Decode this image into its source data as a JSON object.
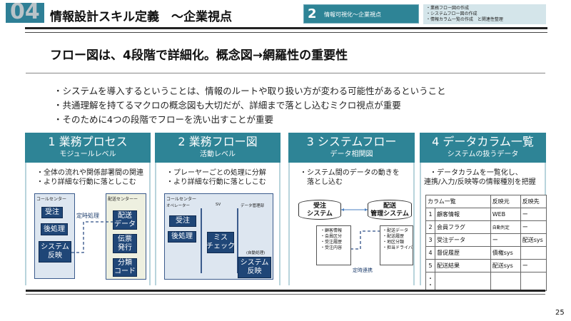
{
  "header": {
    "number": "04",
    "title": "情報設計スキル定義　～企業視点",
    "section_number": "2",
    "section_title": "情報可視化～企業視点",
    "notes": [
      "・業務フロー図の作成",
      "・システムフロー図の作成",
      "・情報カラム一覧の作成　と関連性整理"
    ]
  },
  "headline": "フロー図は、4段階で詳細化。概念図→網羅性の重要性",
  "bullets": [
    "・システムを導入するということは、情報のルートや取り扱い方が変わる可能性があるということ",
    "・共通理解を持てるマクロの概念図も大切だが、詳細まで落とし込むミクロ視点が重要",
    "・そのために4つの段階でフローを洗い出すことが重要"
  ],
  "panels": [
    {
      "title": "1 業務プロセス",
      "subtitle": "モジュールレベル",
      "text": [
        "・全体の流れや関係部署間の関連",
        "・より詳細な行動に落としこむ"
      ],
      "diagram": {
        "left_group": "コールセンター",
        "right_group": "配送センターー",
        "left_boxes": [
          "受注",
          "後処理",
          "システム\n反映"
        ],
        "right_boxes": [
          "配送\nデータ",
          "伝票\n発行",
          "分類\nコード"
        ],
        "link_label": "定時処理"
      }
    },
    {
      "title": "2 業務フロー図",
      "subtitle": "活動レベル",
      "text": [
        "・プレーヤーごとの処理に分解",
        "・より詳細な行動に落としこむ"
      ],
      "diagram": {
        "group": "コールセンター",
        "lanes": [
          "オペレーター",
          "SV",
          "データ管理部"
        ],
        "boxes": [
          "受注",
          "後処理",
          "ミス\nチェック",
          "システム\n反映"
        ],
        "auto_label": "(自動処理)"
      }
    },
    {
      "title": "3 システムフロー",
      "subtitle": "データ相関図",
      "text": [
        "・システム間のデータの動きを",
        "　落とし込む"
      ],
      "diagram": {
        "systems": [
          "受注\nシステム",
          "配送\n管理システム"
        ],
        "left_doc": [
          "・顧客情報",
          "・会員区分",
          "・受注履歴",
          "・受注内容"
        ],
        "right_doc": [
          "・配送データ",
          "・配送履歴",
          "・地区分類",
          "・担当ドライバ"
        ],
        "link_label": "定時連携"
      }
    },
    {
      "title": "4 データカラム一覧",
      "subtitle": "システムの扱うデータ",
      "text": [
        "・データカラムを一覧化し、",
        "連携/入力/反映等の情報種別を把握"
      ],
      "table": {
        "headers": [
          "カラム一覧",
          "反映元",
          "反映先"
        ],
        "rows": [
          [
            "1",
            "顧客情報",
            "WEB",
            "ー"
          ],
          [
            "2",
            "会員フラグ",
            "自動判定",
            "ー"
          ],
          [
            "3",
            "受注データ",
            "ー",
            "配送sys"
          ],
          [
            "4",
            "督促履歴",
            "債権sys",
            ""
          ],
          [
            "5",
            "配送結果",
            "配送sys",
            "ー"
          ],
          [
            "・\n・",
            "",
            "",
            ""
          ]
        ]
      }
    }
  ],
  "page_number": "25",
  "colors": {
    "teal": "#2e8496",
    "navy": "#1f4677"
  }
}
